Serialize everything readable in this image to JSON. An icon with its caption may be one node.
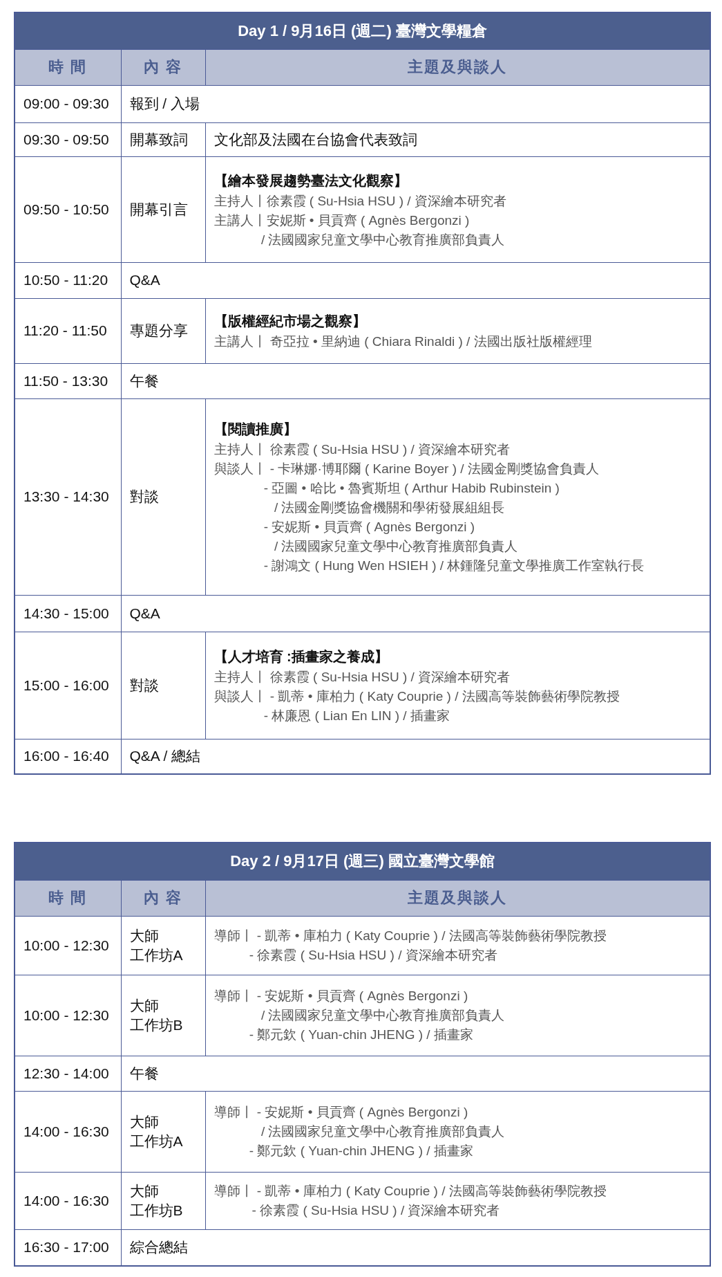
{
  "diagram": {
    "labels": [
      "Day 1 / 9月16日 (週二) 臺灣文學糧倉",
      "時 間",
      "內 容",
      "主題及與談人",
      "09:00 - 09:30",
      "報到 / 入場",
      "09:30 - 09:50",
      "開幕致詞",
      "文化部及法國在台協會代表致詞",
      "09:50 - 10:50",
      "開幕引言",
      "【繪本發展趨勢臺法文化觀察】",
      "主持人丨徐素霞 ( Su-Hsia HSU ) / 資深繪本研究者",
      "主講人丨安妮斯 • 貝貢齊 ( Agnès Bergonzi )",
      "/ 法國國家兒童文學中心教育推廣部負責人",
      "10:50 - 11:20",
      "Q&A",
      "11:20 - 11:50",
      "專題分享",
      "【版權經紀市場之觀察】",
      "主講人丨 奇亞拉 • 里納迪 ( Chiara Rinaldi ) / 法國出版社版權經理",
      "11:50 - 13:30",
      "午餐",
      "13:30 - 14:30",
      "對談",
      "【閱讀推廣】",
      "主持人丨 徐素霞 ( Su-Hsia HSU ) / 資深繪本研究者",
      "與談人丨 - 卡琳娜·博耶爾 ( Karine Boyer ) / 法國金剛獎協會負責人",
      "- 亞圖 • 哈比 • 魯賓斯坦 ( Arthur Habib Rubinstein )",
      "/ 法國金剛獎協會機關和學術發展組組長",
      "- 安妮斯 • 貝貢齊 ( Agnès Bergonzi )",
      "/ 法國國家兒童文學中心教育推廣部負責人",
      "- 謝鴻文 ( Hung Wen HSIEH ) / 林鍾隆兒童文學推廣工作室執行長",
      "14:30 - 15:00",
      "Q&A",
      "15:00 - 16:00",
      "對談",
      "【人才培育 :插畫家之養成】",
      "主持人丨 徐素霞 ( Su-Hsia HSU ) / 資深繪本研究者",
      "與談人丨 - 凱蒂 • 庫柏力 ( Katy Couprie ) / 法國高等裝飾藝術學院教授",
      "- 林廉恩 ( Lian En LIN ) / 插畫家",
      "16:00 - 16:40",
      "Q&A / 總結",
      "Day 2 / 9月17日 (週三) 國立臺灣文學館",
      "時 間",
      "內 容",
      "主題及與談人",
      "10:00 - 12:30",
      "大師工作坊A",
      "導師丨 - 凱蒂 • 庫柏力 ( Katy Couprie ) / 法國高等裝飾藝術學院教授",
      "- 徐素霞 ( Su-Hsia HSU ) / 資深繪本研究者",
      "10:00 - 12:30",
      "大師工作坊B",
      "導師丨 - 安妮斯 • 貝貢齊 ( Agnès Bergonzi )",
      "/ 法國國家兒童文學中心教育推廣部負責人",
      "- 鄭元欽 ( Yuan-chin JHENG ) / 插畫家",
      "12:30 - 14:00",
      "午餐",
      "14:00 - 16:30",
      "大師工作坊A",
      "導師丨 - 安妮斯 • 貝貢齊 ( Agnès Bergonzi )",
      "/ 法國國家兒童文學中心教育推廣部負責人",
      "- 鄭元欽 ( Yuan-chin JHENG ) / 插畫家",
      "14:00 - 16:30",
      "大師工作坊B",
      "導師丨 - 凱蒂 • 庫柏力 ( Katy Couprie ) / 法國高等裝飾藝術學院教授",
      "- 徐素霞 ( Su-Hsia HSU ) / 資深繪本研究者",
      "16:30 - 17:00",
      "綜合總結"
    ]
  }
}
